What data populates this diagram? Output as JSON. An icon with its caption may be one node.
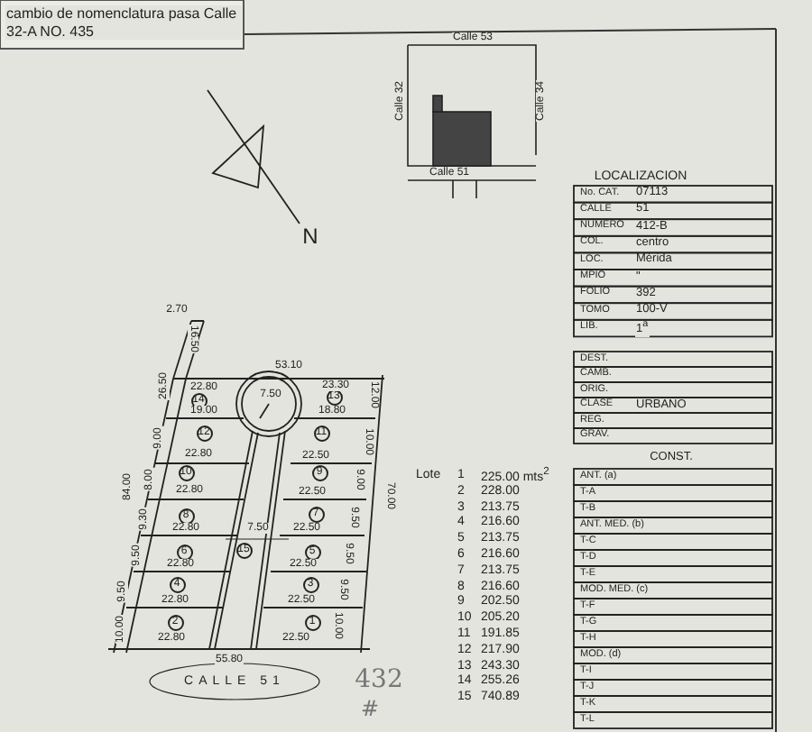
{
  "diagram": {
    "nodes": [
      {
        "text": [
          "1"
        ]
      },
      {
        "text": [
          "2"
        ]
      },
      {
        "text": [
          "3"
        ]
      },
      {
        "text": [
          "4"
        ]
      },
      {
        "text": [
          "5"
        ]
      },
      {
        "text": [
          "6"
        ]
      },
      {
        "text": [
          "7"
        ]
      },
      {
        "text": [
          "8"
        ]
      },
      {
        "text": [
          "9"
        ]
      },
      {
        "text": [
          "10"
        ]
      },
      {
        "text": [
          "11"
        ]
      },
      {
        "text": [
          "12"
        ]
      },
      {
        "text": [
          "13"
        ]
      },
      {
        "text": [
          "14"
        ]
      },
      {
        "text": [
          "15"
        ]
      }
    ],
    "labels": [
      "cambio de nomenclatura pasa Calle 32-A NO. 435",
      "Calle 53",
      "Calle 32",
      "Calle 34",
      "Calle 51",
      "N",
      "LOCALIZACION",
      "No. CAT.",
      "07113",
      "CALLE",
      "51",
      "NUMERO",
      "412-B",
      "COL.",
      "centro",
      "LOC.",
      "Mérida",
      "MPIO",
      "\"",
      "FOLIO",
      "392",
      "TOMO",
      "100-V",
      "LIB.",
      "1$^{a}$",
      "DEST.",
      "CAMB.",
      "ORIG.",
      "CLASE",
      "URBANO",
      "REG.",
      "GRAV.",
      "CONST.",
      "ANT. (a)",
      "T-A",
      "T-B",
      "ANT. MED. (b)",
      "T-C",
      "T-D",
      "T-E",
      "MOD. MED. (c)",
      "T-F",
      "T-G",
      "T-H",
      "MOD. (d)",
      "T-I",
      "T-J",
      "T-K",
      "T-L",
      "Lote",
      "1",
      "225.00 mts$^{2}$",
      "2",
      "228.00",
      "3",
      "213.75",
      "4",
      "216.60",
      "5",
      "213.75",
      "6",
      "216.60",
      "7",
      "213.75",
      "8",
      "216.60",
      "9",
      "202.50",
      "10",
      "205.20",
      "11",
      "191.85",
      "12",
      "217.90",
      "13",
      "243.30",
      "14",
      "255.26",
      "15",
      "740.89",
      "2.70",
      "16.50",
      "26.50",
      "53.10",
      "7.50",
      "22.80",
      "23.30",
      "12.00",
      "19.00",
      "18.80",
      "9.00",
      "10.00",
      "22.80",
      "22.50",
      "84.00",
      "8.00",
      "22.80",
      "22.50",
      "9.00",
      "70.00",
      "9.30",
      "22.80",
      "7.50",
      "22.50",
      "9.50",
      "9.50",
      "22.80",
      "22.50",
      "9.50",
      "9.50",
      "22.80",
      "22.50",
      "9.50",
      "10.00",
      "22.80",
      "22.50",
      "10.00",
      "55.80",
      "CALLE 51",
      "432",
      "#"
    ]
  }
}
